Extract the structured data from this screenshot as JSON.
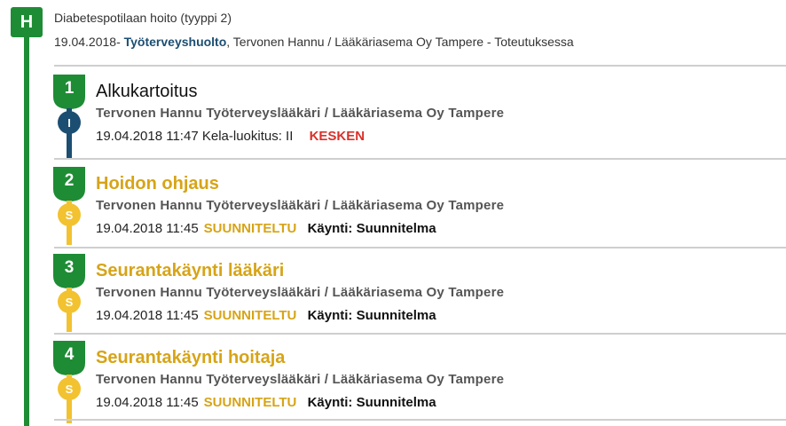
{
  "colors": {
    "green": "#1e8c35",
    "blue": "#1c4e72",
    "yellow": "#f2c230",
    "title_yellow": "#d7a417",
    "link_blue": "#1c4e72",
    "red": "#d9312a"
  },
  "plan": {
    "badge": "H",
    "title": "Diabetespotilaan hoito (tyyppi 2)",
    "date": "19.04.2018-",
    "link": "Työterveyshuolto",
    "rest": ", Tervonen Hannu / Lääkäriasema Oy Tampere - Toteutuksessa"
  },
  "steps": [
    {
      "number": "1",
      "dot_letter": "I",
      "title": "Alkukartoitus",
      "provider": "Tervonen Hannu Työterveyslääkäri / Lääkäriasema Oy Tampere",
      "datetime": "19.04.2018 11:47",
      "classification": "Kela-luokitus: II",
      "status": "KESKEN"
    },
    {
      "number": "2",
      "dot_letter": "S",
      "title": "Hoidon ohjaus",
      "provider": "Tervonen Hannu Työterveyslääkäri / Lääkäriasema Oy Tampere",
      "datetime": "19.04.2018 11:45",
      "status": "SUUNNITELTU",
      "visit": "Käynti: Suunnitelma"
    },
    {
      "number": "3",
      "dot_letter": "S",
      "title": "Seurantakäynti lääkäri",
      "provider": "Tervonen Hannu Työterveyslääkäri / Lääkäriasema Oy Tampere",
      "datetime": "19.04.2018 11:45",
      "status": "SUUNNITELTU",
      "visit": "Käynti: Suunnitelma"
    },
    {
      "number": "4",
      "dot_letter": "S",
      "title": "Seurantakäynti hoitaja",
      "provider": "Tervonen Hannu Työterveyslääkäri / Lääkäriasema Oy Tampere",
      "datetime": "19.04.2018 11:45",
      "status": "SUUNNITELTU",
      "visit": "Käynti: Suunnitelma"
    }
  ]
}
